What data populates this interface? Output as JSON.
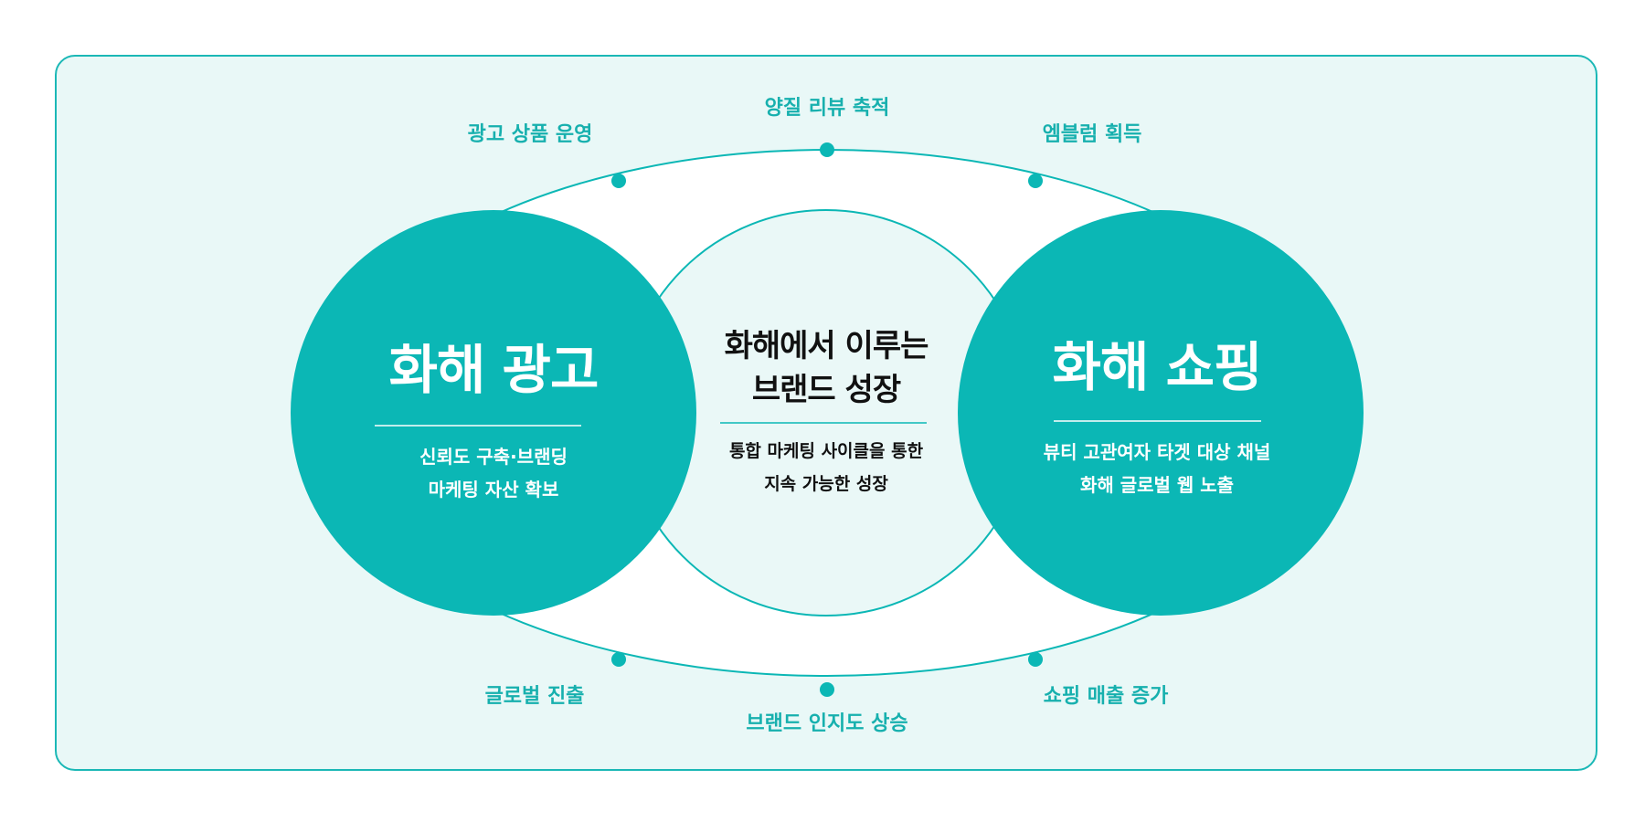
{
  "center": {
    "title_lines": [
      "화해에서 이루는",
      "브랜드 성장"
    ],
    "desc_lines": [
      "통합 마케팅 사이클을 통한",
      "지속 가능한 성장"
    ]
  },
  "left": {
    "title": "화해 광고",
    "desc_lines": [
      "신뢰도 구축·브랜딩",
      "마케팅 자산 확보"
    ]
  },
  "right": {
    "title": "화해 쇼핑",
    "desc_lines": [
      "뷰티 고관여자 타겟 대상 채널",
      "화해 글로벌 웹 노출"
    ]
  },
  "cycle_nodes": {
    "top_left": "광고 상품 운영",
    "top_center": "양질 리뷰 축적",
    "top_right": "엠블럼 획득",
    "bottom_left": "글로벌 진출",
    "bottom_center": "브랜드 인지도 상승",
    "bottom_right": "쇼핑 매출 증가"
  },
  "colors": {
    "accent": "#0bb7b5",
    "panel_background": "#e9f8f7",
    "center_fill": "#eaf8f7",
    "label_text": "#17b0ae",
    "ring_fill": "#ffffff"
  }
}
